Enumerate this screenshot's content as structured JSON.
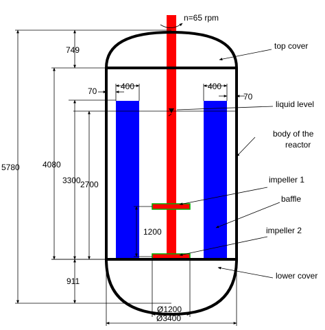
{
  "speed": "n=65 rpm",
  "labels": {
    "top_cover": "top cover",
    "liquid_level": "liquid level",
    "body_line1": "body of the",
    "body_line2": "reactor",
    "impeller1": "impeller 1",
    "baffle": "baffle",
    "impeller2": "impeller 2",
    "lower_cover": "lower cover"
  },
  "dimensions": {
    "total_height": "5780",
    "top_cover_height": "749",
    "body_height": "4080",
    "liquid_height": "3300",
    "baffle_height": "2700",
    "impeller_spacing": "1200",
    "lower_cover_height": "911",
    "baffle_width_left": "400",
    "baffle_width_right": "400",
    "gap_left": "70",
    "gap_right": "70",
    "impeller_diameter": "Ø1200",
    "vessel_diameter": "Ø3400"
  },
  "colors": {
    "shaft": "#ff0000",
    "baffle": "#0000ff",
    "impeller_edge": "#00b000",
    "outline": "#000000"
  }
}
